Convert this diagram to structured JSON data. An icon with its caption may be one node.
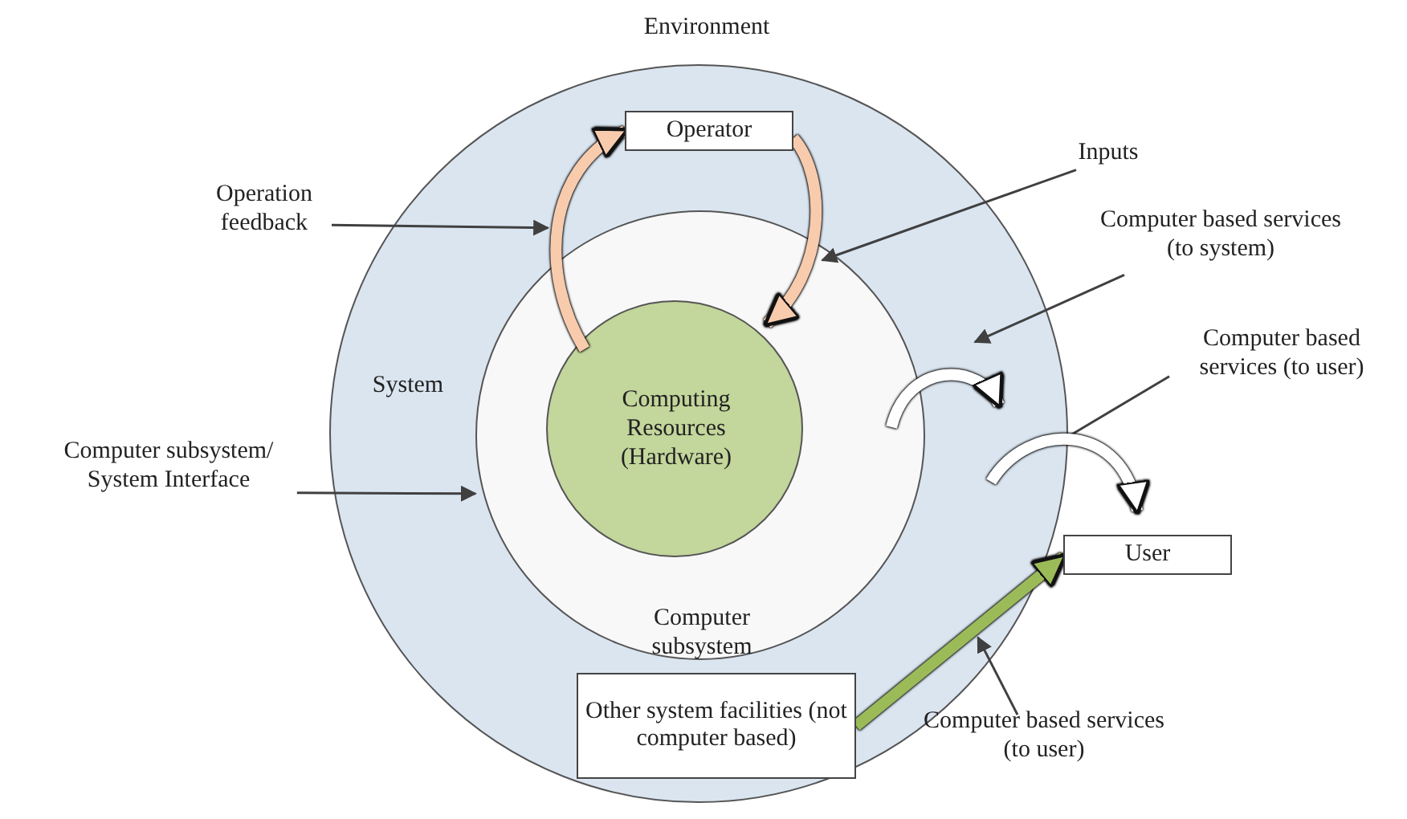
{
  "diagram": {
    "nodes": [
      {
        "text": [
          "System"
        ]
      },
      {
        "text": [
          "Computer subsystem"
        ],
        "in": 0
      },
      {
        "text": [
          "Computing Resources (Hardware)"
        ],
        "in": 1
      },
      {
        "text": [
          "Operator"
        ],
        "in": 0
      },
      {
        "text": [
          "User"
        ]
      },
      {
        "text": [
          "Other system facilities (not computer based)"
        ],
        "in": 0
      },
      {
        "text": [
          "Operation feedback"
        ]
      },
      {
        "text": [
          "Inputs"
        ]
      },
      {
        "text": [
          "Computer based services (to system)"
        ]
      },
      {
        "text": [
          "Computer based services (to user)"
        ]
      },
      {
        "text": [
          "Computer subsystem/ System Interface"
        ]
      },
      {
        "text": [
          "Computer based services (to user)"
        ]
      }
    ],
    "edges": [
      {
        "from": 2,
        "to": 3,
        "arrow": "to",
        "style": "thick",
        "color": "#f8cbad"
      },
      {
        "from": 3,
        "to": 2,
        "arrow": "to",
        "style": "thick",
        "color": "#f8cbad"
      },
      {
        "from": 5,
        "to": 4,
        "arrow": "to",
        "style": "thick",
        "color": "#9bbb59"
      },
      {
        "from": 6,
        "to": 1,
        "arrow": "to"
      },
      {
        "from": 7,
        "to": null,
        "arrow": "to"
      },
      {
        "from": 8,
        "to": 0,
        "arrow": "to"
      },
      {
        "from": 9,
        "to": 0,
        "arrow": "none"
      },
      {
        "from": 10,
        "to": 1,
        "arrow": "to"
      },
      {
        "from": 11,
        "to": 0,
        "arrow": "to"
      }
    ],
    "labels": [
      "Environment"
    ]
  }
}
